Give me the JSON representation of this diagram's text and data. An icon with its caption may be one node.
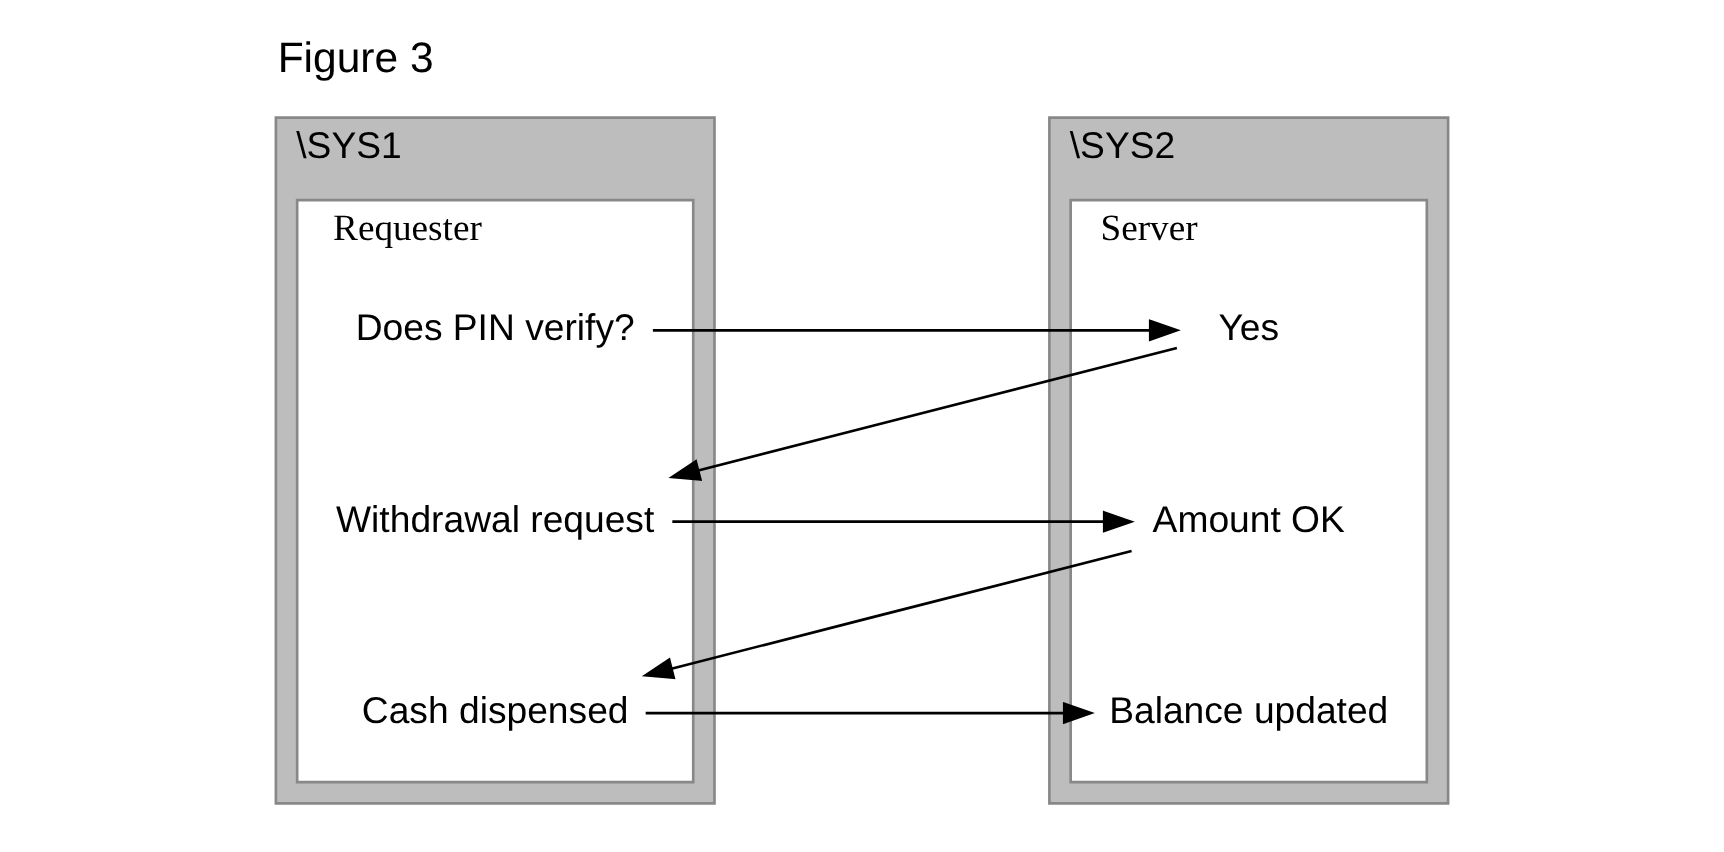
{
  "diagram": {
    "title": "Figure 3",
    "nodes": [
      {
        "text": [
          "\\SYS1"
        ]
      },
      {
        "text": [
          "Requester"
        ],
        "in": 0
      },
      {
        "text": [
          "Does PIN verify?"
        ],
        "in": 1
      },
      {
        "text": [
          "Withdrawal request"
        ],
        "in": 1
      },
      {
        "text": [
          "Cash dispensed"
        ],
        "in": 1
      },
      {
        "text": [
          "\\SYS2"
        ]
      },
      {
        "text": [
          "Server"
        ],
        "in": 5
      },
      {
        "text": [
          "Yes"
        ],
        "in": 6
      },
      {
        "text": [
          "Amount OK"
        ],
        "in": 6
      },
      {
        "text": [
          "Balance updated"
        ],
        "in": 6
      }
    ],
    "edges": [
      {
        "from": 2,
        "to": 7,
        "arrow": "to"
      },
      {
        "from": 7,
        "to": 3,
        "arrow": "to"
      },
      {
        "from": 3,
        "to": 8,
        "arrow": "to"
      },
      {
        "from": 8,
        "to": 4,
        "arrow": "to"
      },
      {
        "from": 4,
        "to": 9,
        "arrow": "to"
      }
    ]
  }
}
